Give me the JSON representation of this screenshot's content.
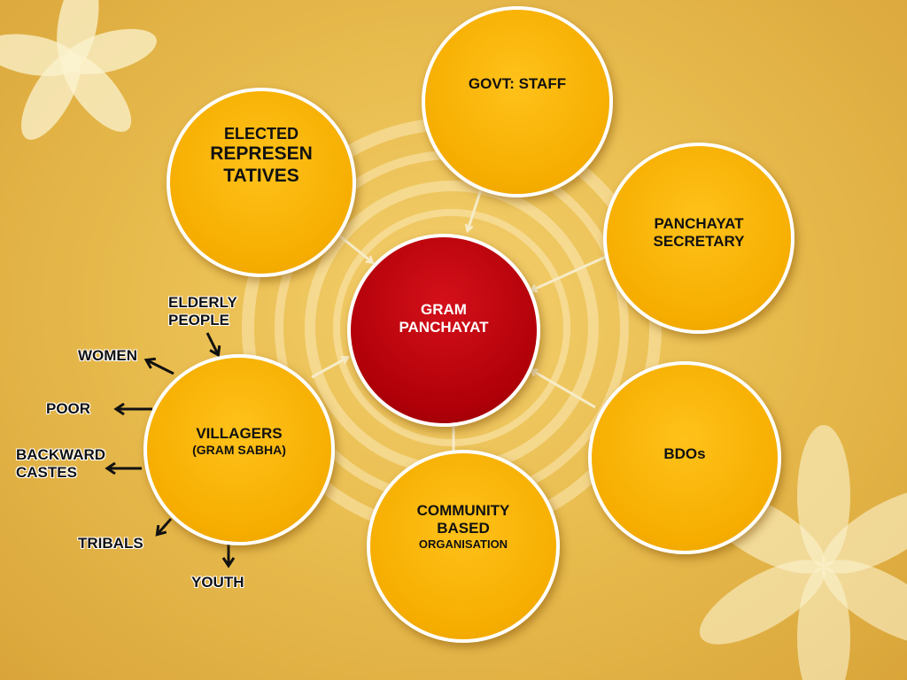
{
  "diagram": {
    "center": {
      "lines": [
        "GRAM",
        "PANCHAYAT"
      ]
    },
    "nodes": {
      "elected": {
        "lines": [
          "ELECTED",
          "REPRESEN",
          "TATIVES"
        ]
      },
      "govt_staff": {
        "lines": [
          "GOVT: STAFF"
        ]
      },
      "panchayat_secretary": {
        "lines": [
          "PANCHAYAT",
          "SECRETARY"
        ]
      },
      "bdos": {
        "lines": [
          "BDOs"
        ]
      },
      "community": {
        "lines": [
          "COMMUNITY",
          "BASED",
          "ORGANISATION"
        ]
      },
      "villagers": {
        "lines": [
          "VILLAGERS",
          "(GRAM SABHA)"
        ]
      }
    },
    "villager_groups": {
      "elderly": [
        "ELDERLY",
        "PEOPLE"
      ],
      "women": [
        "WOMEN"
      ],
      "poor": [
        "POOR"
      ],
      "backward": [
        "BACKWARD",
        "CASTES"
      ],
      "tribals": [
        "TRIBALS"
      ],
      "youth": [
        "YOUTH"
      ]
    }
  }
}
